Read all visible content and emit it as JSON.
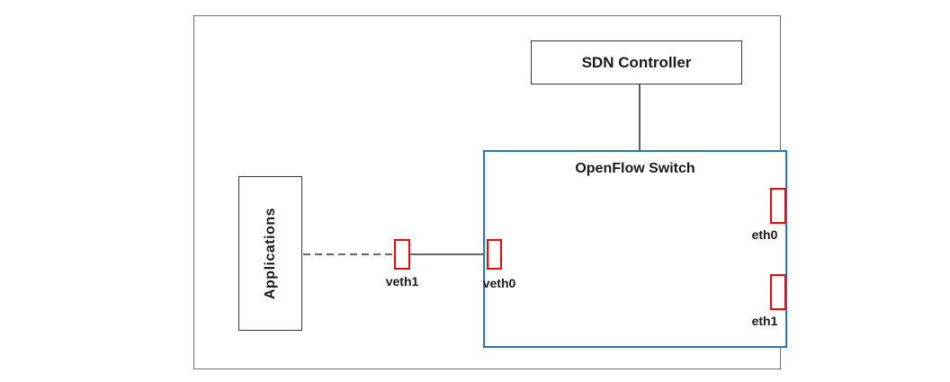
{
  "diagram": {
    "controller": {
      "label": "SDN Controller"
    },
    "switch": {
      "label": "OpenFlow Switch"
    },
    "applications": {
      "label": "Applications"
    },
    "ports": {
      "veth1": "veth1",
      "veth0": "veth0",
      "eth0": "eth0",
      "eth1": "eth1"
    },
    "colors": {
      "switch_border": "#2577be",
      "port_border": "#ff0000",
      "box_border": "#3a3a3a",
      "outer_border": "#6e6e6e",
      "line_color": "#333333"
    }
  }
}
